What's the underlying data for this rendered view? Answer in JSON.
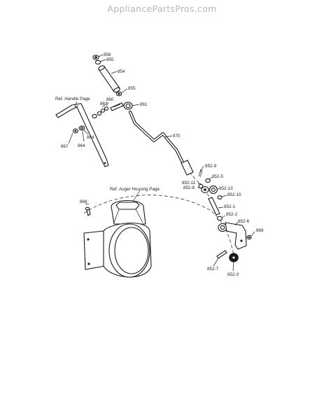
{
  "site": {
    "title": "AppliancePartsPros.com"
  },
  "references": {
    "handle_page": "Ref. Handle Page",
    "auger_housing_page": "Ref. Auger Housing Page"
  },
  "callouts": {
    "p856": "856",
    "p855a": "855",
    "p854": "854",
    "p855b": "855",
    "p860": "860",
    "p863": "863",
    "p861": "861",
    "p864a": "864",
    "p867": "867",
    "p864b": "864",
    "p870": "870",
    "p852_9": "852-9",
    "p852_5": "852-5",
    "p852_11": "852-11",
    "p852_8": "852-8",
    "p852_13": "852-13",
    "p852_10": "852-10",
    "p868": "868",
    "p852_1": "852-1",
    "p852_2": "852-2",
    "p852_6": "852-6",
    "p869": "869",
    "p852_7": "852-7",
    "p852_3": "852-3"
  }
}
